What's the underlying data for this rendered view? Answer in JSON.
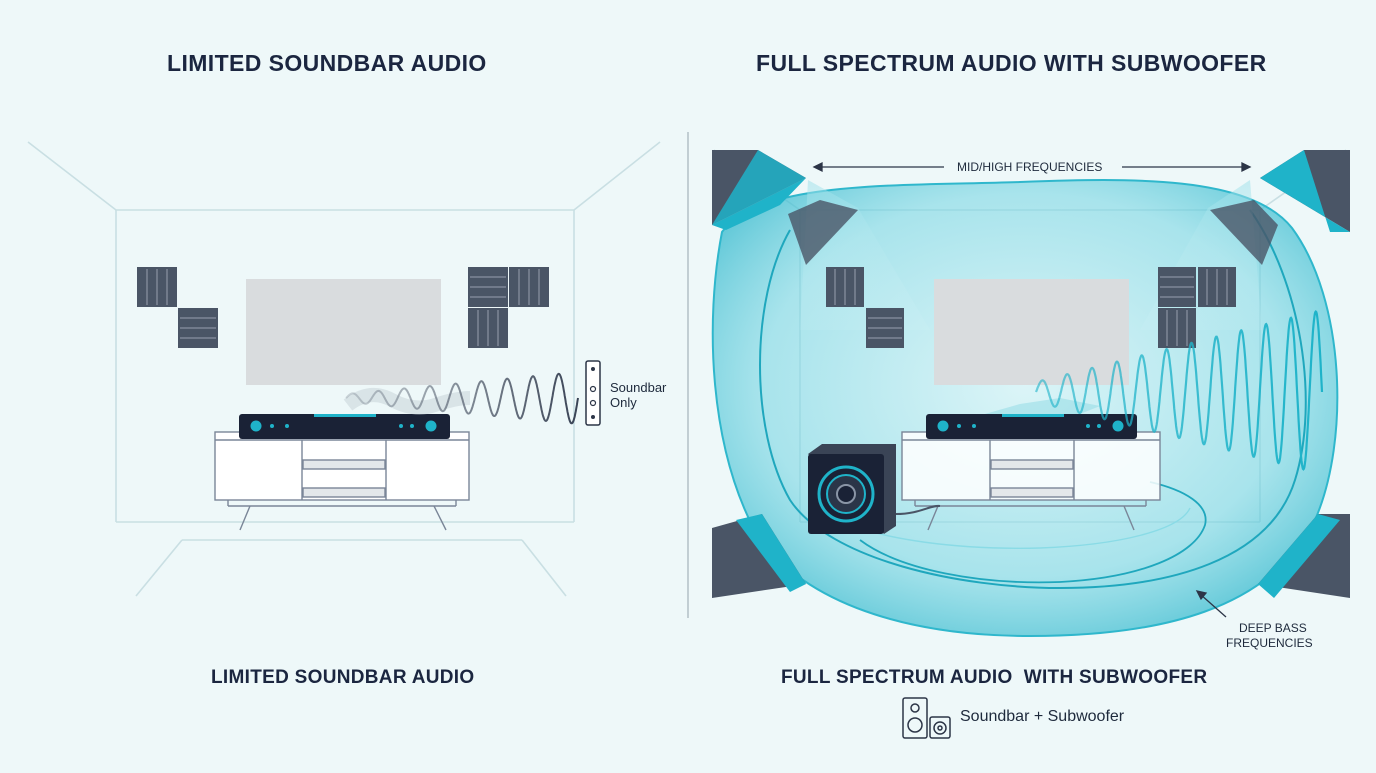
{
  "left_panel": {
    "title": "LIMITED SOUNDBAR AUDIO",
    "soundbar_label_line1": "Soundbar",
    "soundbar_label_line2": "Only",
    "caption": "LIMITED SOUNDBAR AUDIO"
  },
  "right_panel": {
    "title": "FULL SPECTRUM AUDIO WITH SUBWOOFER",
    "mid_high_label": "MID/HIGH FREQUENCIES",
    "bass_label_line1": "DEEP BASS",
    "bass_label_line2": "FREQUENCIES",
    "caption": "FULL SPECTRUM AUDIO  WITH SUBWOOFER",
    "legend_label": "Soundbar + Subwoofer"
  },
  "colors": {
    "background": "#eef8f9",
    "navy": "#1b2640",
    "slate": "#4a5566",
    "cyan": "#1fb3c9",
    "bubble": "#5ccfdf"
  }
}
